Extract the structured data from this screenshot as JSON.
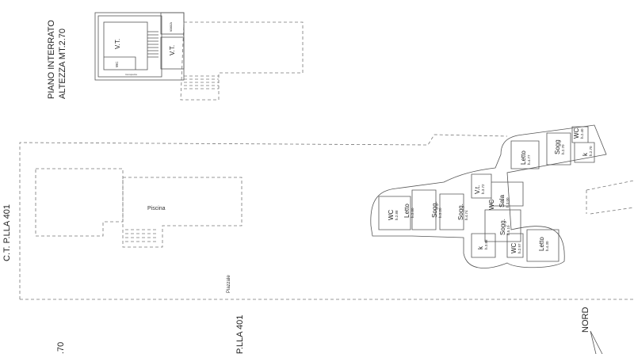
{
  "basement": {
    "title": "PIANO INTERRATO",
    "height": "ALTEZZA MT.2.70",
    "rooms": [
      "V.T.",
      "WC",
      "vasca",
      "V.T.",
      "Intercapedine"
    ]
  },
  "pool": "Piscina",
  "yard": "Piazzale",
  "parcel_left": "C.T. P.LLA 401",
  "parcel_bottom": "P.LLA 401",
  "bottom_fragment": ".70",
  "north": "NORD",
  "rooms": [
    {
      "name": "WC",
      "h": "h.2.88"
    },
    {
      "name": "Letto",
      "h": "h.3.80"
    },
    {
      "name": "Sogg.",
      "h": "h.3.20"
    },
    {
      "name": "Sogg.",
      "h": "h.4.74"
    },
    {
      "name": "V.t.",
      "h": "h.3.72"
    },
    {
      "name": "WC",
      "h": ""
    },
    {
      "name": "Sala",
      "h": "h.3.00"
    },
    {
      "name": "Sogg.",
      "h": "h.5.10"
    },
    {
      "name": "k",
      "h": "h.3.88"
    },
    {
      "name": "WC",
      "h": "h.2.97"
    },
    {
      "name": "Letto",
      "h": "h.4.30"
    },
    {
      "name": "Letto",
      "h": "h.4.77"
    },
    {
      "name": "Sogg",
      "h": "h.2.70"
    },
    {
      "name": "WC",
      "h": "h.2.40"
    },
    {
      "name": "k",
      "h": "h.2.70"
    }
  ]
}
